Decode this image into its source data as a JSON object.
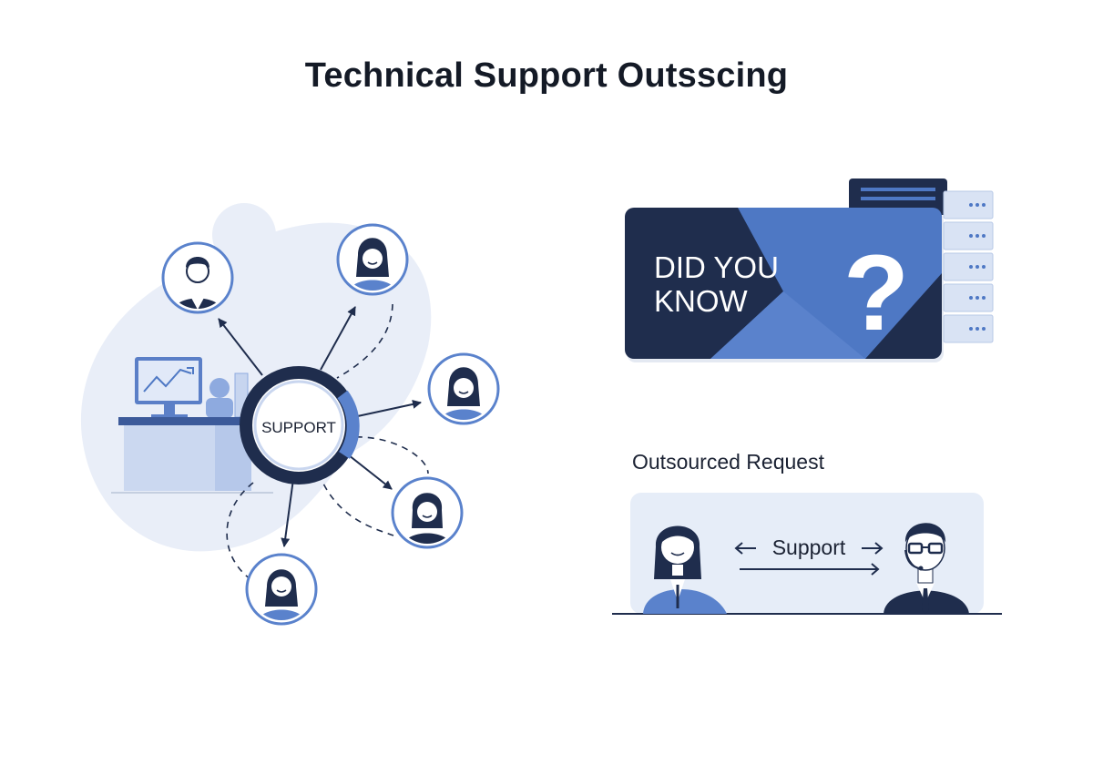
{
  "title": "Technical Support Outsscing",
  "hub": {
    "label": "SUPPORT"
  },
  "did_you_know": {
    "line1": "DID YOU",
    "line2": "KNOW",
    "mark": "?"
  },
  "request": {
    "title": "Outsourced Request",
    "exchange_label": "Support"
  },
  "icons": {
    "agent": "headset-agent-icon",
    "desk": "desk-workstation-icon",
    "server": "server-rack-icon"
  },
  "colors": {
    "navy": "#1f2d4d",
    "blue": "#4e78c4",
    "light_blue": "#e6edf8",
    "ring": "#5a82cc"
  }
}
